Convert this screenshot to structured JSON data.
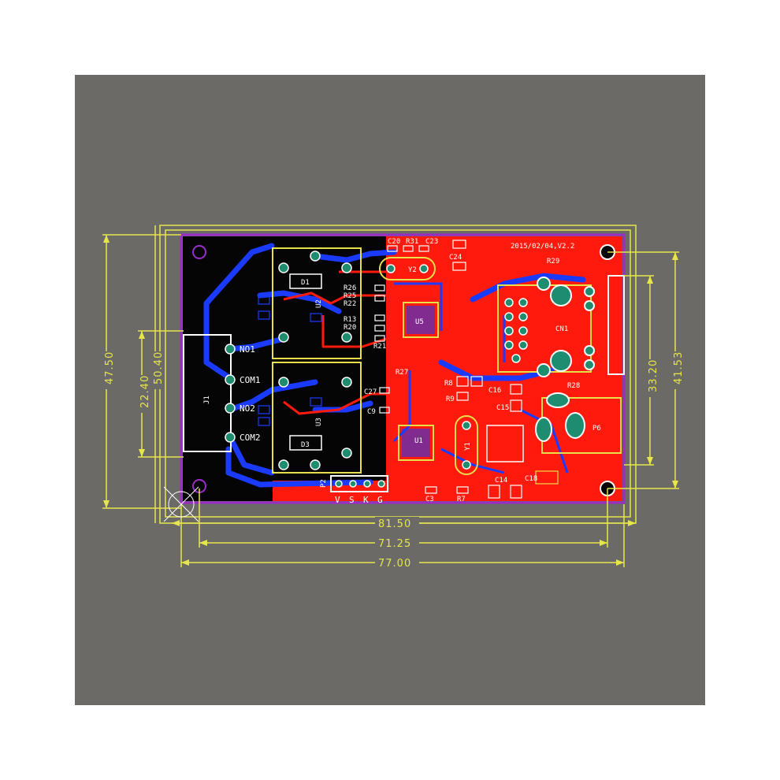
{
  "colors": {
    "background": "#6c6a66",
    "page": "#ffffff",
    "copper_top": "#ff1a0d",
    "copper_bottom": "#1a3bff",
    "board_dark": "#050505",
    "outline": "#9a2cc8",
    "silkscreen": "#ffffff",
    "component_outline": "#e8e04a",
    "dimension": "#e6e64a",
    "pad": "#1e8c6e"
  },
  "board": {
    "version_label": "2015/02/04,V2.2",
    "terminal_labels": [
      "NO1",
      "COM1",
      "NO2",
      "COM2"
    ],
    "header_pins": [
      "V",
      "S",
      "K",
      "G"
    ],
    "designators": [
      "C20",
      "R31",
      "C23",
      "C24",
      "Y2",
      "U2",
      "D1",
      "R26",
      "R25",
      "R22",
      "R13",
      "R20",
      "R21",
      "U5",
      "CN1",
      "R29",
      "R28",
      "R27",
      "R8",
      "R9",
      "C27",
      "C9",
      "C16",
      "C15",
      "U3",
      "D3",
      "U1",
      "Y1",
      "C14",
      "C18",
      "P6",
      "P2",
      "C3",
      "R7",
      "J1"
    ]
  },
  "dimensions": {
    "horizontal": [
      "81.50",
      "71.25",
      "77.00"
    ],
    "vertical": [
      "47.50",
      "50.40",
      "22.40",
      "33.20",
      "41.53"
    ]
  }
}
